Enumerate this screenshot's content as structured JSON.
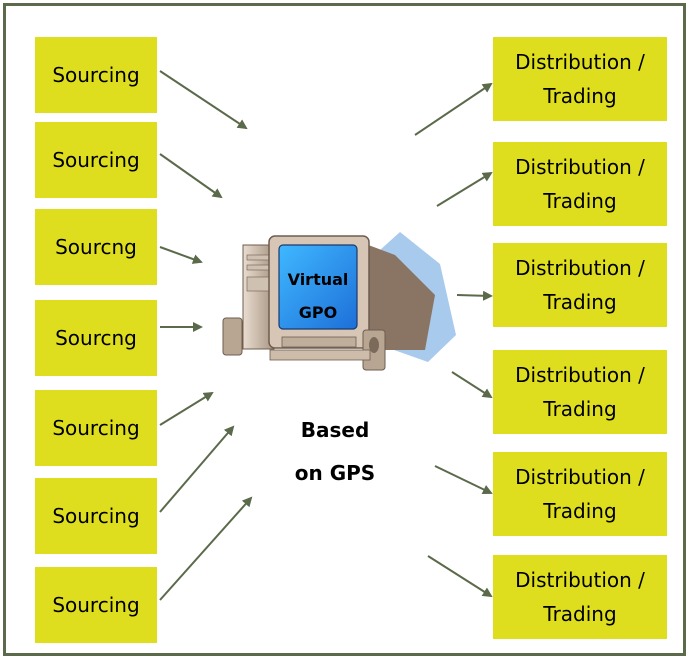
{
  "sources": [
    {
      "label": "Sourcing"
    },
    {
      "label": "Sourcing"
    },
    {
      "label": "Sourcng"
    },
    {
      "label": "Sourcng"
    },
    {
      "label": "Sourcing"
    },
    {
      "label": "Sourcing"
    },
    {
      "label": "Sourcing"
    }
  ],
  "destinations": [
    {
      "line1": "Distribution /",
      "line2": "Trading"
    },
    {
      "line1": "Distribution /",
      "line2": "Trading"
    },
    {
      "line1": "Distribution /",
      "line2": "Trading"
    },
    {
      "line1": "Distribution /",
      "line2": "Trading"
    },
    {
      "line1": "Distribution /",
      "line2": "Trading"
    },
    {
      "line1": "Distribution /",
      "line2": "Trading"
    }
  ],
  "center": {
    "screen_line1": "Virtual",
    "screen_line2": "GPO",
    "caption_line1": "Based",
    "caption_line2": "on GPS",
    "icon": "computer-icon"
  },
  "colors": {
    "box_fill": "#dede1e",
    "arrow": "#5a6a4a",
    "frame": "#5a6a4a"
  }
}
